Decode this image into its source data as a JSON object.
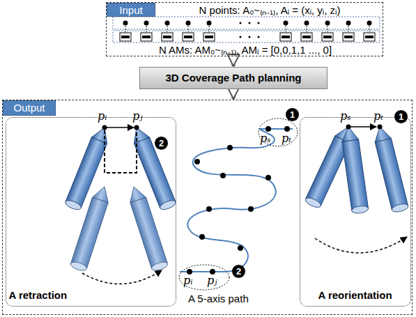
{
  "diagram": {
    "nodes": [
      {
        "text": [
          "Input",
          "N points: A₀~₍ₙ₋₁₎, Aᵢ = (xᵢ, yᵢ, zᵢ)",
          "N AMs: AM₀~₍ₙ₋₁₎, AMᵢ = [0,0,1,1 ..., 0]"
        ]
      },
      {
        "text": [
          "3D Coverage Path planning"
        ]
      },
      {
        "text": [
          "Output"
        ]
      },
      {
        "text": [
          "A retraction"
        ],
        "in": 2
      },
      {
        "text": [
          "A reorientation"
        ],
        "in": 2
      }
    ],
    "edges": [
      {
        "from": 0,
        "to": 1,
        "arrow": "to"
      },
      {
        "from": 1,
        "to": 2,
        "arrow": "to"
      }
    ],
    "labels": [
      "pᵢ",
      "pⱼ",
      "2",
      "pₛ",
      "pₜ",
      "1",
      "pᵢ",
      "pⱼ",
      "2",
      "A 5-axis path",
      "pₛ",
      "pₜ",
      "1"
    ]
  }
}
